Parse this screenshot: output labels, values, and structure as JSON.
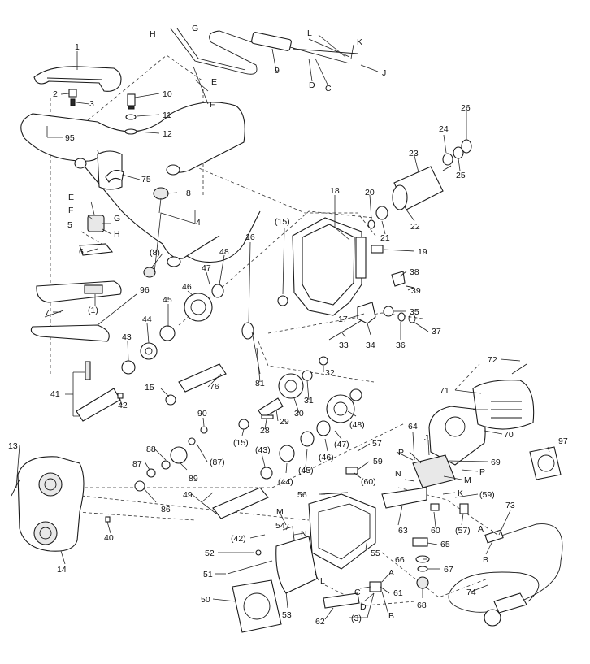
{
  "labels": {
    "l1": "1",
    "l2": "2",
    "l3": "3",
    "l95": "95",
    "l10": "10",
    "l11": "11",
    "l12": "12",
    "l75": "75",
    "lH1": "H",
    "lG1": "G",
    "lE1": "E",
    "lF1": "F",
    "l9": "9",
    "lL1": "L",
    "lK1": "K",
    "lJ1": "J",
    "lD1": "D",
    "lC1": "C",
    "l26": "26",
    "l24": "24",
    "l23": "23",
    "l25": "25",
    "l22": "22",
    "l20": "20",
    "l21": "21",
    "l18": "18",
    "l19": "19",
    "lE2": "E",
    "lF2": "F",
    "l5": "5",
    "lG2": "G",
    "lH2": "H",
    "l8a": "8",
    "l4": "4",
    "l8b": "(8)",
    "l6": "6",
    "l15a": "(15)",
    "l16": "16",
    "l48a": "48",
    "l47a": "47",
    "l46": "46",
    "l96": "96",
    "l7": "7",
    "l1b": "(1)",
    "l45a": "45",
    "l44a": "44",
    "l43a": "43",
    "l38": "38",
    "l39": "39",
    "l35": "35",
    "l17": "17",
    "l33": "33",
    "l34": "34",
    "l36": "36",
    "l37": "37",
    "l41": "41",
    "l42a": "42",
    "l15b": "15",
    "l76": "76",
    "l81": "81",
    "l32": "32",
    "l31": "31",
    "l30": "30",
    "l29": "29",
    "l28": "28",
    "l72": "72",
    "l71": "71",
    "l70": "70",
    "l97": "97",
    "l90": "90",
    "l15c": "(15)",
    "l48b": "(48)",
    "l47b": "(47)",
    "l46b": "(46)",
    "l45b": "(45)",
    "l44b": "(44)",
    "l43b": "(43)",
    "l57a": "57",
    "l59a": "59",
    "l60a": "(60)",
    "l64": "64",
    "lP1": "P",
    "lJ2": "J",
    "l69": "69",
    "lP2": "P",
    "lM1": "M",
    "lN1": "N",
    "lK2": "K",
    "l59b": "(59)",
    "l13": "13",
    "l88": "88",
    "l87a": "87",
    "l89": "89",
    "l87b": "(87)",
    "l86": "86",
    "l49": "49",
    "l56": "56",
    "l63": "63",
    "l60b": "60",
    "l57b": "(57)",
    "l73": "73",
    "lA1": "A",
    "lB1": "B",
    "l40": "40",
    "l42b": "(42)",
    "l54": "54",
    "lM2": "M",
    "lN2": "N",
    "l55": "55",
    "l65": "65",
    "l66": "66",
    "l67": "67",
    "l68": "68",
    "l14": "14",
    "l52": "52",
    "l51": "51",
    "lL2": "L",
    "l50": "50",
    "l53": "53",
    "lA2": "A",
    "lC2": "C",
    "lD2": "D",
    "l61": "61",
    "lB2": "B",
    "l62": "62",
    "l3b": "(3)",
    "l74": "74"
  }
}
